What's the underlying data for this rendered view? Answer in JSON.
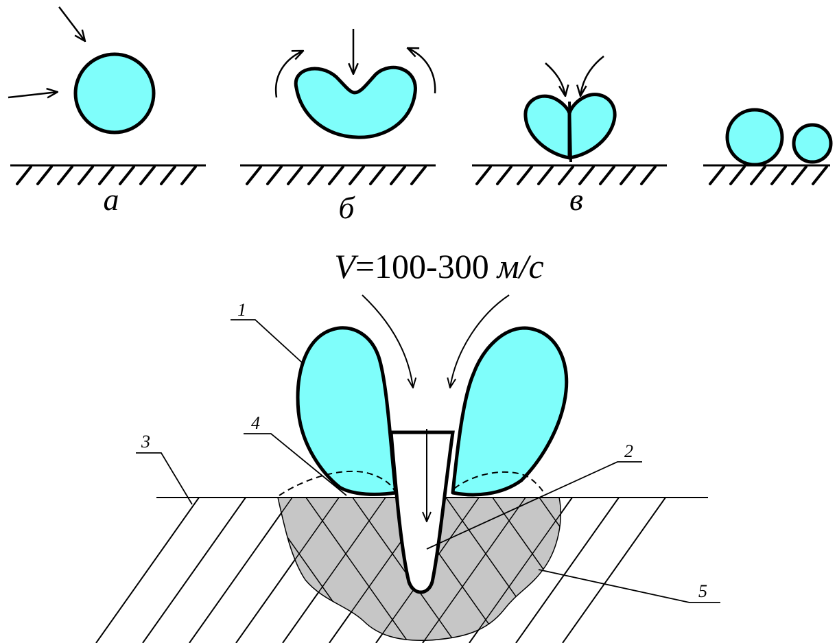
{
  "stages": [
    {
      "label": "а"
    },
    {
      "label": "б"
    },
    {
      "label": "в"
    }
  ],
  "velocity": {
    "symbol": "V",
    "value": "=100-300",
    "unit": "м/с"
  },
  "callouts": [
    "1",
    "2",
    "3",
    "4",
    "5"
  ],
  "colors": {
    "bubble_fill": "#7ffefb",
    "crater_fill": "#c6c6c6",
    "line": "#000000"
  }
}
